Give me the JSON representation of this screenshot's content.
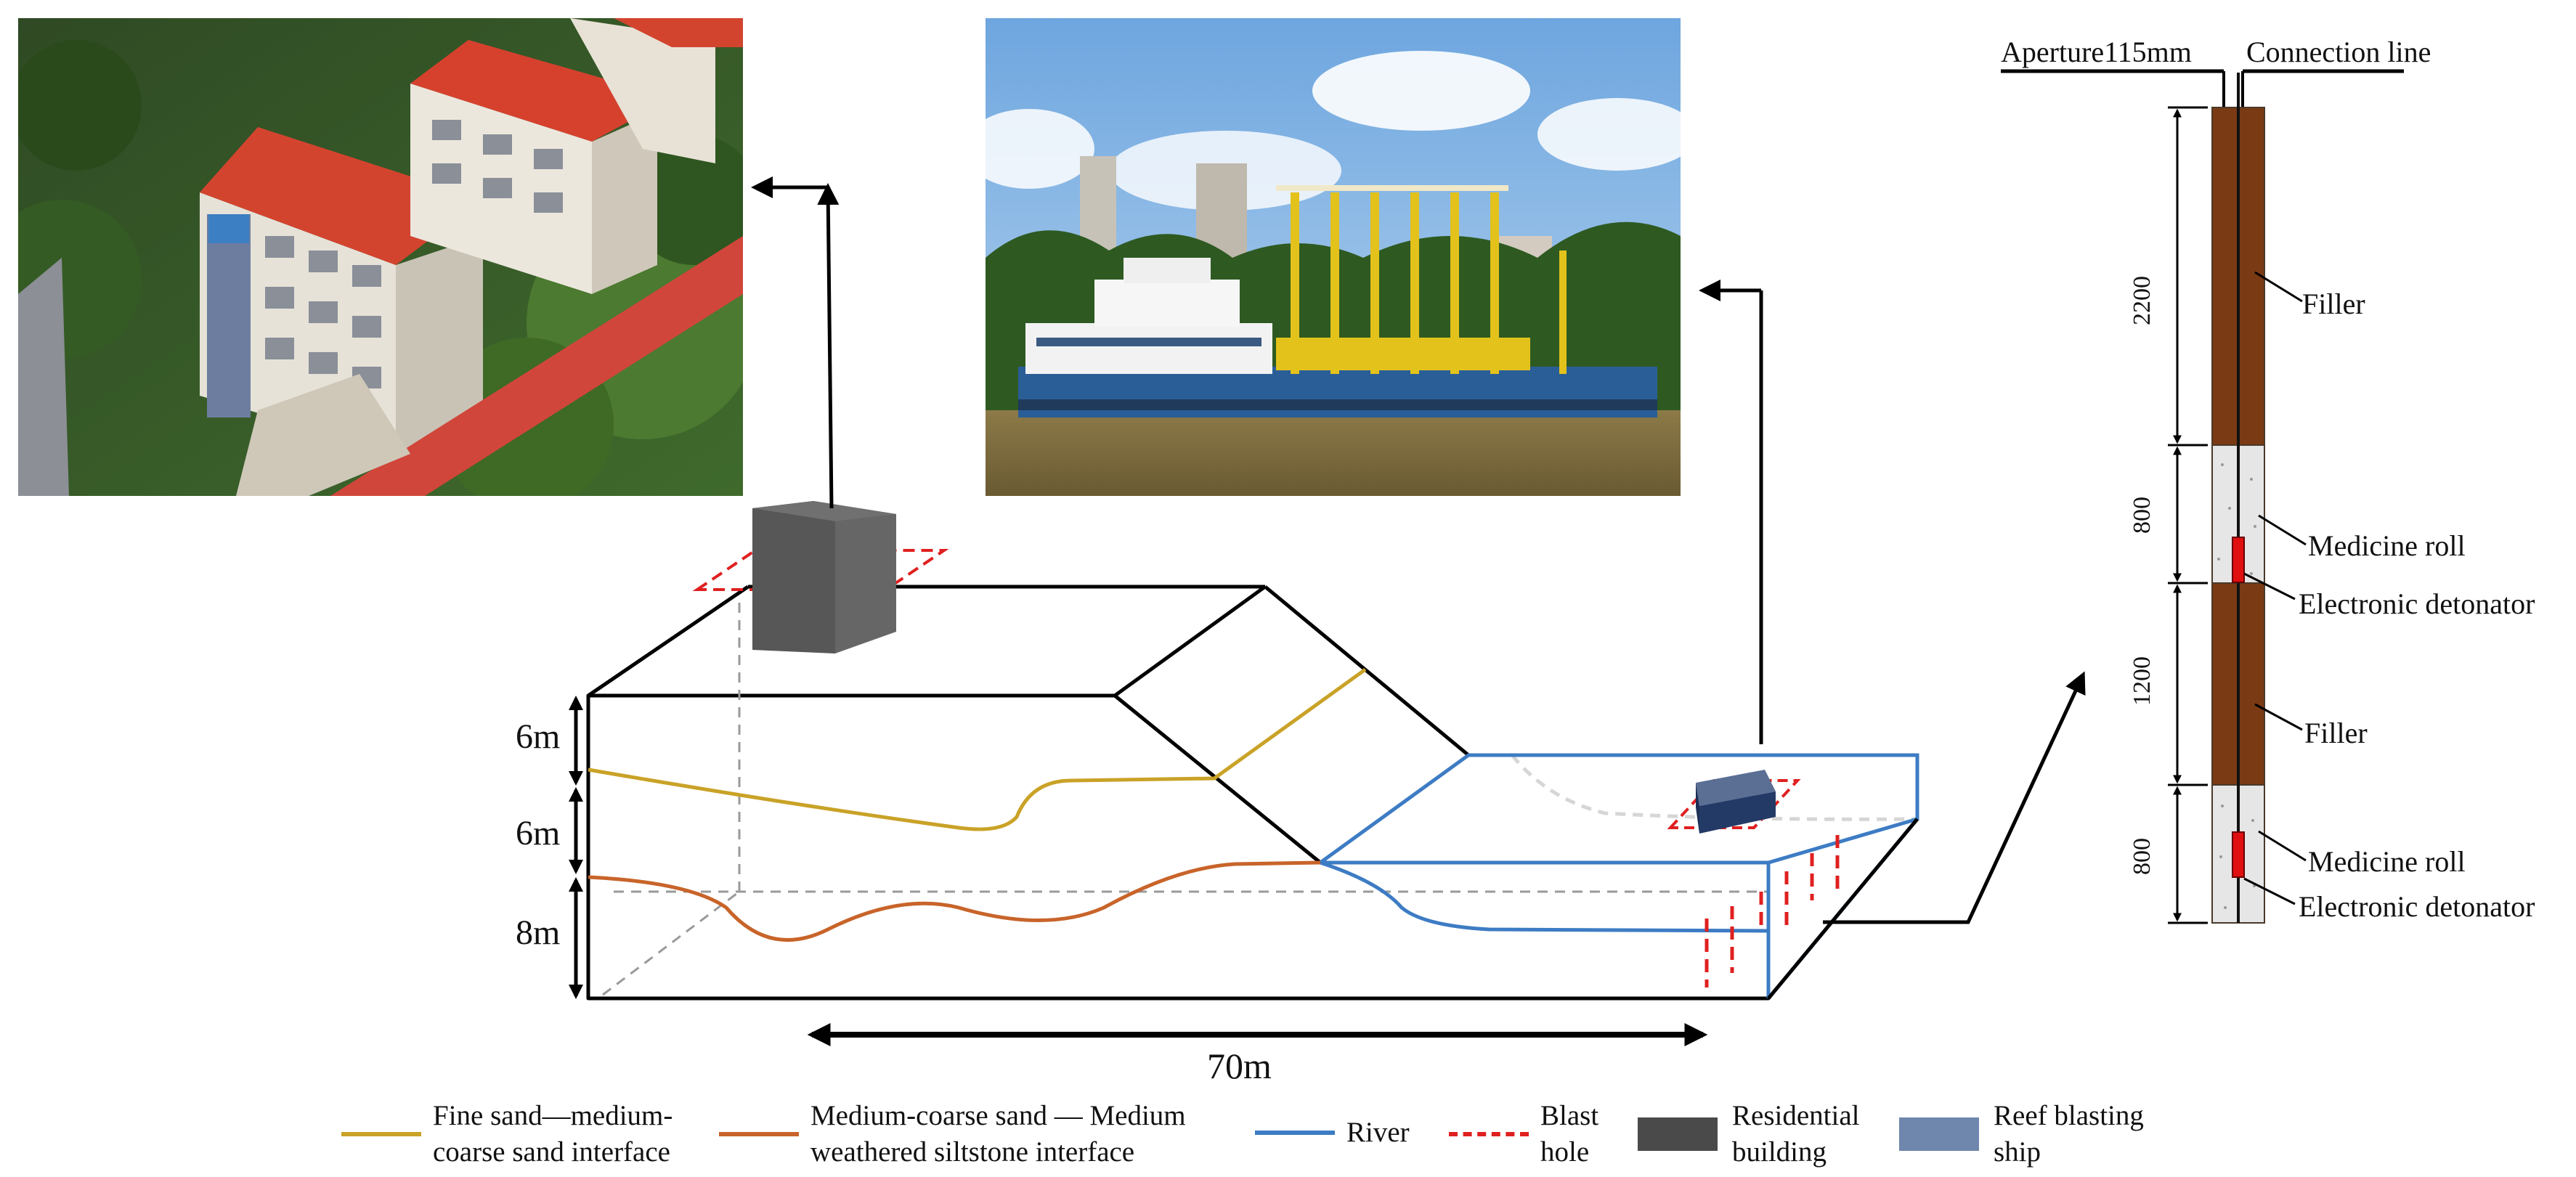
{
  "dims": {
    "six_m_upper": "6m",
    "six_m_lower": "6m",
    "eight_m": "8m",
    "length": "70m"
  },
  "borehole": {
    "aperture": "Aperture115mm",
    "connection": "Connection line",
    "segments": [
      {
        "length": "2200",
        "label": "Filler"
      },
      {
        "length": "800",
        "label": "Medicine roll",
        "detonator": "Electronic detonator"
      },
      {
        "length": "1200",
        "label": "Filler"
      },
      {
        "length": "800",
        "label": "Medicine roll",
        "detonator": "Electronic detonator"
      }
    ]
  },
  "legend": [
    {
      "line1": "Fine sand—medium-",
      "line2": "coarse sand interface",
      "color": "#c9a227"
    },
    {
      "line1": "Medium-coarse sand — Medium",
      "line2": "weathered siltstone interface",
      "color": "#c8642a"
    },
    {
      "line1": "River",
      "color": "#3d7cc4"
    },
    {
      "line1": "Blast",
      "line2": "hole",
      "color": "#e02020"
    },
    {
      "line1": "Residential",
      "line2": "building",
      "color": "#4a4a4a"
    },
    {
      "line1": "Reef blasting",
      "line2": "ship",
      "color": "#6f86ad"
    }
  ],
  "colors": {
    "sand_interface": "#c9a227",
    "siltstone_interface": "#c8642a",
    "river": "#3d7cc4",
    "blast_hole": "#e02020",
    "filler": "#7a3a14",
    "charge": "#e8e8e8",
    "detonator": "#e01010"
  }
}
